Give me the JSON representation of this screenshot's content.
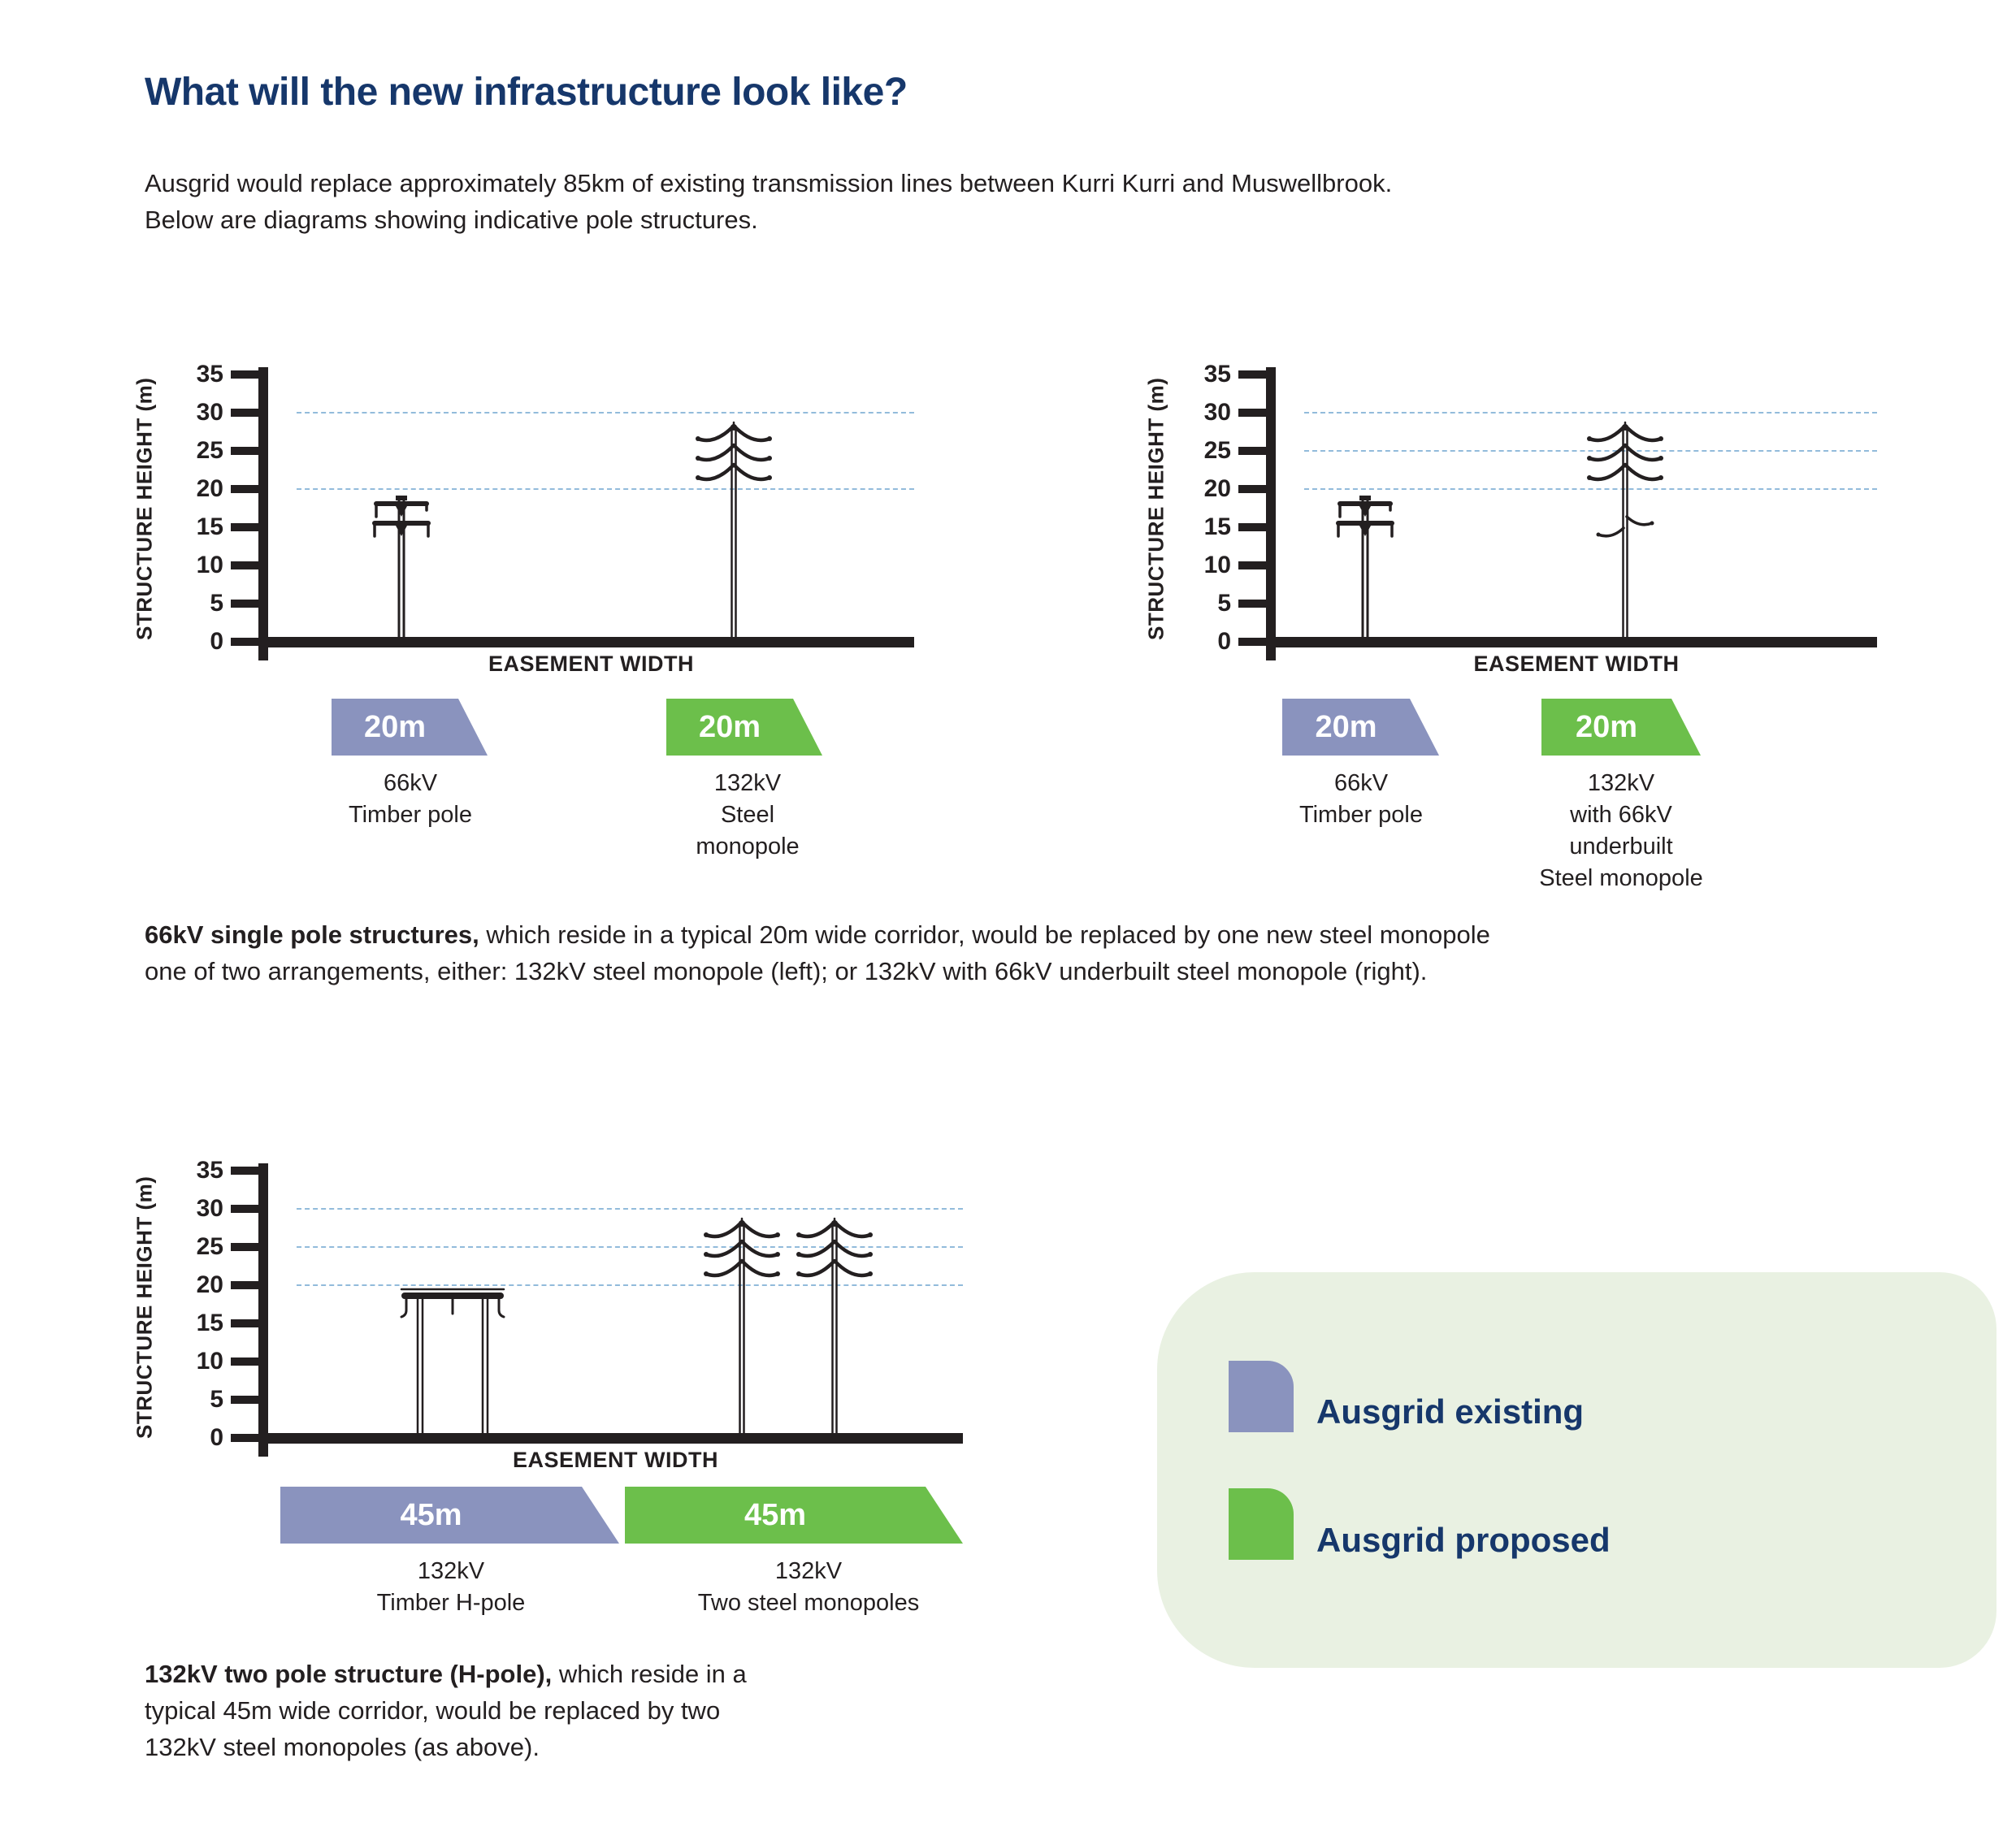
{
  "page": {
    "title": "What will the new infrastructure look like?",
    "intro_lines": [
      "Ausgrid would replace approximately 85km of existing transmission lines between Kurri Kurri and Muswellbrook.",
      "Below are diagrams showing indicative pole structures."
    ],
    "paragraph_66kv": {
      "line1_bold": "66kV single pole structures,",
      "line1_rest": " which reside in a typical 20m wide corridor, would be replaced by one new steel monopole",
      "line2": "one of two arrangements, either: 132kV steel monopole (left); or 132kV with 66kV underbuilt steel monopole (right)."
    },
    "paragraph_132kv": {
      "line1_bold": "132kV two pole structure (H-pole),",
      "line1_rest": " which reside in a",
      "line2": "typical 45m wide corridor, would be replaced by two",
      "line3": "132kV steel monopoles (as above)."
    }
  },
  "colors": {
    "navy": "#16376b",
    "ink": "#231f20",
    "existing_purple": "#8a93be",
    "proposed_green": "#6cbf4b",
    "legend_bg": "#e9f1e2",
    "gridline_blue": "#92bbdb"
  },
  "legend": {
    "items": [
      {
        "label": "Ausgrid existing",
        "variant": "existing"
      },
      {
        "label": "Ausgrid proposed",
        "variant": "proposed"
      }
    ]
  },
  "charts": [
    {
      "name": "66kV single pole replaced by 132kV steel monopole",
      "y_axis_label": "STRUCTURE HEIGHT (m)",
      "x_axis_label": "EASEMENT WIDTH",
      "y_ticks": [
        "35",
        "30",
        "25",
        "20",
        "15",
        "10",
        "5",
        "0"
      ],
      "y_max_m": 35,
      "gridlines_m": [
        30,
        20
      ],
      "poles": [
        {
          "type": "66kV timber pole",
          "height_m": 19
        },
        {
          "type": "132kV steel monopole",
          "height_m": 28.5
        }
      ],
      "badges": [
        {
          "value": "20m",
          "variant": "existing",
          "caption_lines": [
            "66kV",
            "Timber pole"
          ]
        },
        {
          "value": "20m",
          "variant": "proposed",
          "caption_lines": [
            "132kV",
            "Steel",
            "monopole"
          ]
        }
      ]
    },
    {
      "name": "66kV single pole replaced by 132kV with 66kV underbuilt steel monopole",
      "y_axis_label": "STRUCTURE HEIGHT (m)",
      "x_axis_label": "EASEMENT WIDTH",
      "y_ticks": [
        "35",
        "30",
        "25",
        "20",
        "15",
        "10",
        "5",
        "0"
      ],
      "y_max_m": 35,
      "gridlines_m": [
        30,
        25,
        20
      ],
      "poles": [
        {
          "type": "66kV timber pole",
          "height_m": 19
        },
        {
          "type": "132kV with 66kV underbuilt steel monopole",
          "height_m": 28.5
        }
      ],
      "badges": [
        {
          "value": "20m",
          "variant": "existing",
          "caption_lines": [
            "66kV",
            "Timber pole"
          ]
        },
        {
          "value": "20m",
          "variant": "proposed",
          "caption_lines": [
            "132kV",
            "with 66kV",
            "underbuilt",
            "Steel monopole"
          ]
        }
      ]
    },
    {
      "name": "132kV timber H-pole replaced by two 132kV steel monopoles",
      "y_axis_label": "STRUCTURE HEIGHT (m)",
      "x_axis_label": "EASEMENT WIDTH",
      "y_ticks": [
        "35",
        "30",
        "25",
        "20",
        "15",
        "10",
        "5",
        "0"
      ],
      "y_max_m": 35,
      "gridlines_m": [
        30,
        25,
        20
      ],
      "poles": [
        {
          "type": "132kV timber H-pole",
          "height_m": 19
        },
        {
          "type": "132kV steel monopole",
          "height_m": 28.5
        },
        {
          "type": "132kV steel monopole",
          "height_m": 28.5
        }
      ],
      "badges": [
        {
          "value": "45m",
          "variant": "existing",
          "caption_lines": [
            "132kV",
            "Timber H-pole"
          ]
        },
        {
          "value": "45m",
          "variant": "proposed",
          "caption_lines": [
            "132kV",
            "Two steel monopoles"
          ]
        }
      ]
    }
  ]
}
